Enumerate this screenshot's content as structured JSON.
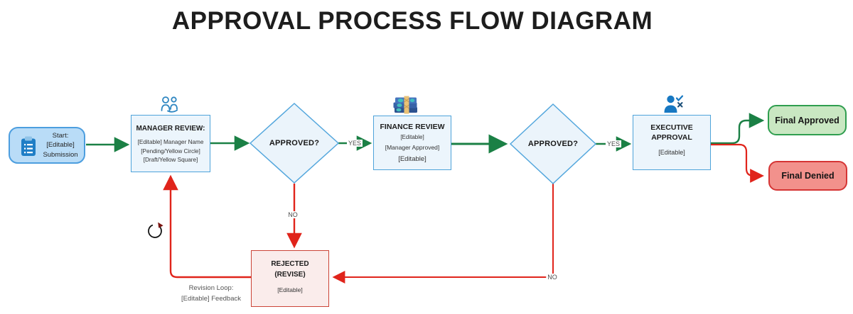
{
  "title": "APPROVAL PROCESS FLOW DIAGRAM",
  "nodes": {
    "start": {
      "icon": "clipboard-icon",
      "lines": [
        "Start:",
        "[Editable]",
        "Submission"
      ]
    },
    "manager": {
      "icon": "team-icon",
      "title": "MANAGER REVIEW:",
      "lines": [
        "[Editable] Manager Name",
        "[Pending/Yellow Circle]",
        "[Draft/Yellow Square]"
      ]
    },
    "decision1": {
      "label": "APPROVED?"
    },
    "finance": {
      "icon": "money-stack-icon",
      "title": "FINANCE REVIEW",
      "lines": [
        "[Editable]",
        "[Manager Approved]",
        "[Editable]"
      ]
    },
    "decision2": {
      "label": "APPROVED?"
    },
    "executive": {
      "icon": "person-check-icon",
      "title": "EXECUTIVE APPROVAL",
      "lines": [
        "[Editable]"
      ]
    },
    "final_approved": {
      "label": "Final Approved"
    },
    "final_denied": {
      "label": "Final Denied"
    },
    "rejected": {
      "title": "REJECTED (REVISE)",
      "lines": [
        "[Editable]"
      ]
    }
  },
  "edge_labels": {
    "yes1": "YES",
    "yes2": "YES",
    "no1": "NO",
    "no2": "NO"
  },
  "revision_note": {
    "line1": "Revision Loop:",
    "line2": "[Editable] Feedback"
  },
  "colors": {
    "edge_green": "#1b8045",
    "edge_red": "#e0241b",
    "process_fill": "#ECF5FC",
    "process_border": "#4EA3DA",
    "start_fill": "#B9DCF7",
    "start_border": "#4D9EDF",
    "decision_fill": "#EBF4FB",
    "decision_border": "#54A7DD",
    "rejected_fill": "#FAECEB",
    "rejected_border": "#CB4437",
    "approved_fill": "#C9E7C2",
    "approved_border": "#2F9E4F",
    "denied_fill": "#F2918C",
    "denied_border": "#D53535",
    "icon_blue": "#1F7EC6"
  }
}
